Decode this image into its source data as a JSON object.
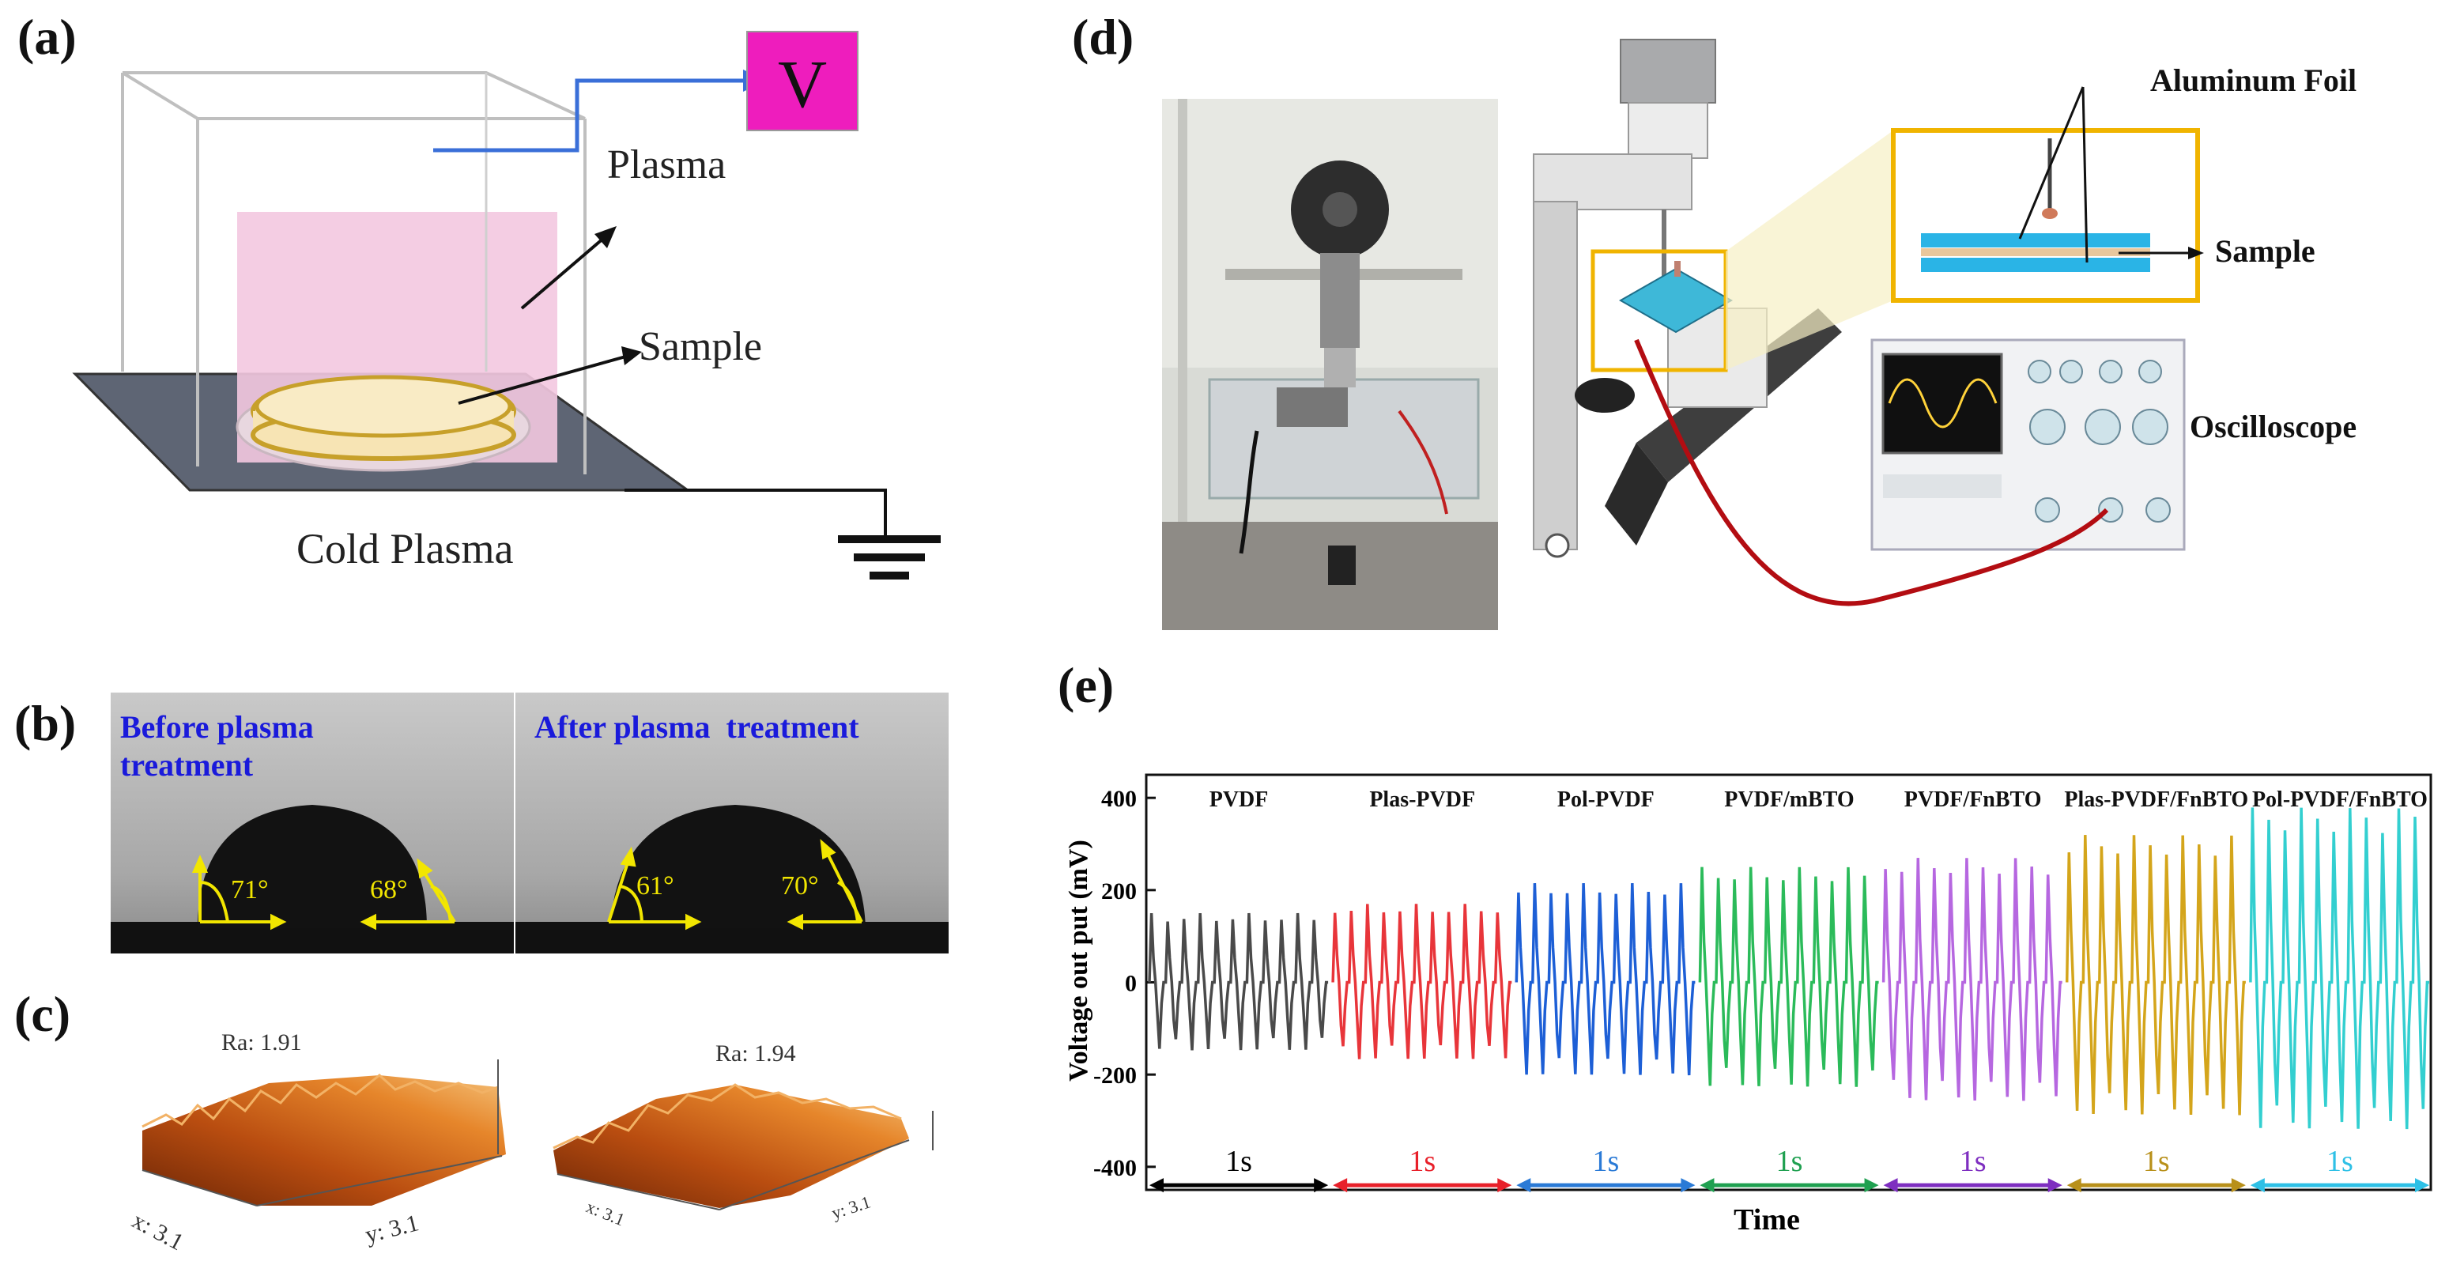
{
  "panels": {
    "a": {
      "label": "(a)",
      "voltage_symbol": "V",
      "plasma_label": "Plasma",
      "sample_label": "Sample",
      "caption": "Cold Plasma"
    },
    "b": {
      "label": "(b)",
      "before": {
        "title": "Before plasma\ntreatment",
        "left_angle": "71°",
        "right_angle": "68°"
      },
      "after": {
        "title": "After plasma  treatment",
        "left_angle": "61°",
        "right_angle": "70°"
      }
    },
    "c": {
      "label": "(c)",
      "left": {
        "ra": "Ra: 1.91",
        "x_axis": "x: 3.1",
        "y_axis": "y: 3.1"
      },
      "right": {
        "ra": "Ra: 1.94",
        "x_axis": "x: 3.1",
        "y_axis": "y: 3.1"
      }
    },
    "d": {
      "label": "(d)",
      "aluminum_label": "Aluminum Foil",
      "sample_label": "Sample",
      "oscilloscope_label": "Oscilloscope"
    },
    "e": {
      "label": "(e)"
    }
  },
  "chart_data": {
    "type": "line",
    "xlabel": "Time",
    "ylabel": "Voltage out put (mV)",
    "ylim": [
      -450,
      450
    ],
    "yticks": [
      400,
      200,
      0,
      -200,
      -400
    ],
    "segment_duration_label": "1s",
    "series": [
      {
        "name": "PVDF",
        "color": "#4a4a4a",
        "arrow_color": "#000000",
        "peak_pos": 150,
        "peak_neg": -150
      },
      {
        "name": "Plas-PVDF",
        "color": "#e8353a",
        "arrow_color": "#e8202a",
        "peak_pos": 170,
        "peak_neg": -170
      },
      {
        "name": "Pol-PVDF",
        "color": "#1d5fd6",
        "arrow_color": "#2a7ad6",
        "peak_pos": 215,
        "peak_neg": -205
      },
      {
        "name": "PVDF/mBTO",
        "color": "#2bbb5a",
        "arrow_color": "#1fa050",
        "peak_pos": 250,
        "peak_neg": -230
      },
      {
        "name": "PVDF/FnBTO",
        "color": "#b667e0",
        "arrow_color": "#7e2ec0",
        "peak_pos": 270,
        "peak_neg": -260
      },
      {
        "name": "Plas-PVDF/FnBTO",
        "color": "#d4a51b",
        "arrow_color": "#b8901a",
        "peak_pos": 320,
        "peak_neg": -290
      },
      {
        "name": "Pol-PVDF/FnBTO",
        "color": "#33cfd0",
        "arrow_color": "#2ec0e6",
        "peak_pos": 380,
        "peak_neg": -320
      }
    ]
  },
  "colors": {
    "voltmeter": "#ee1dbd",
    "wire_blue": "#3a6fd8",
    "plate": "#5e6574",
    "plasma_pink": "#f3c8e0",
    "sample_fill": "#f7e4b4",
    "sample_rim": "#c7a02a",
    "contact_angle": "#f2e600",
    "title_blue": "#1a1adb",
    "highlight_box": "#f0b400",
    "foil": "#2ab4e6"
  }
}
